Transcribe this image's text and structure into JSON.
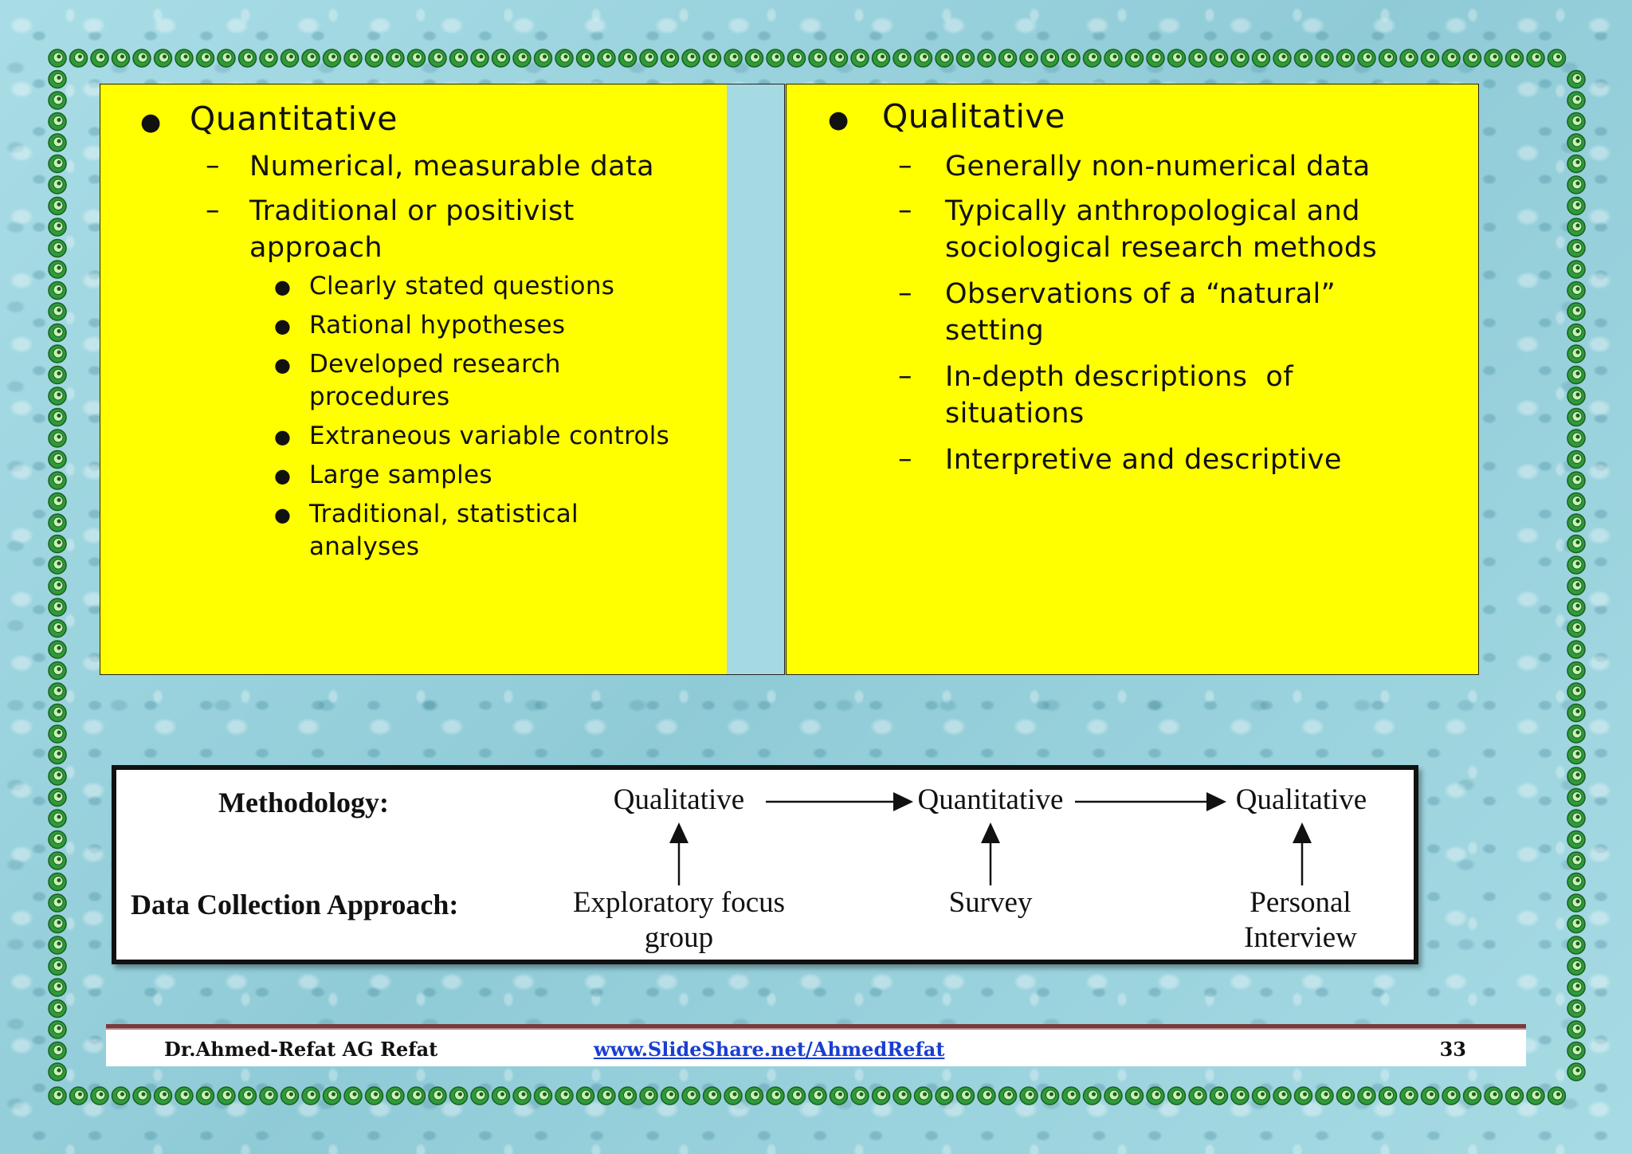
{
  "quantitative": {
    "heading": "Quantitative",
    "points": [
      "Numerical, measurable data",
      "Traditional or positivist approach"
    ],
    "sub_points": [
      "Clearly stated questions",
      "Rational hypotheses",
      "Developed research procedures",
      "Extraneous variable controls",
      "Large samples",
      "Traditional, statistical analyses"
    ]
  },
  "qualitative": {
    "heading": "Qualitative",
    "points": [
      "Generally non-numerical data",
      "Typically anthropological and sociological research methods",
      "Observations of a “natural” setting",
      "In-depth descriptions  of situations",
      "Interpretive and descriptive"
    ]
  },
  "flow": {
    "methodology_label": "Methodology:",
    "approach_label": "Data Collection Approach:",
    "methods": [
      "Qualitative",
      "Quantitative",
      "Qualitative"
    ],
    "approaches": [
      "Exploratory focus group",
      "Survey",
      "Personal Interview"
    ]
  },
  "footer": {
    "author": "Dr.Ahmed-Refat AG Refat",
    "link": "www.SlideShare.net/AhmedRefat",
    "page_number": "33"
  },
  "colors": {
    "panel": "#ffff00",
    "link": "#1a3ed0",
    "border_icon": "#2f9a3a"
  },
  "icons": [
    "green-spiral-border-icon",
    "bullet-icon",
    "dash-icon",
    "arrow-right-icon",
    "arrow-up-icon"
  ]
}
